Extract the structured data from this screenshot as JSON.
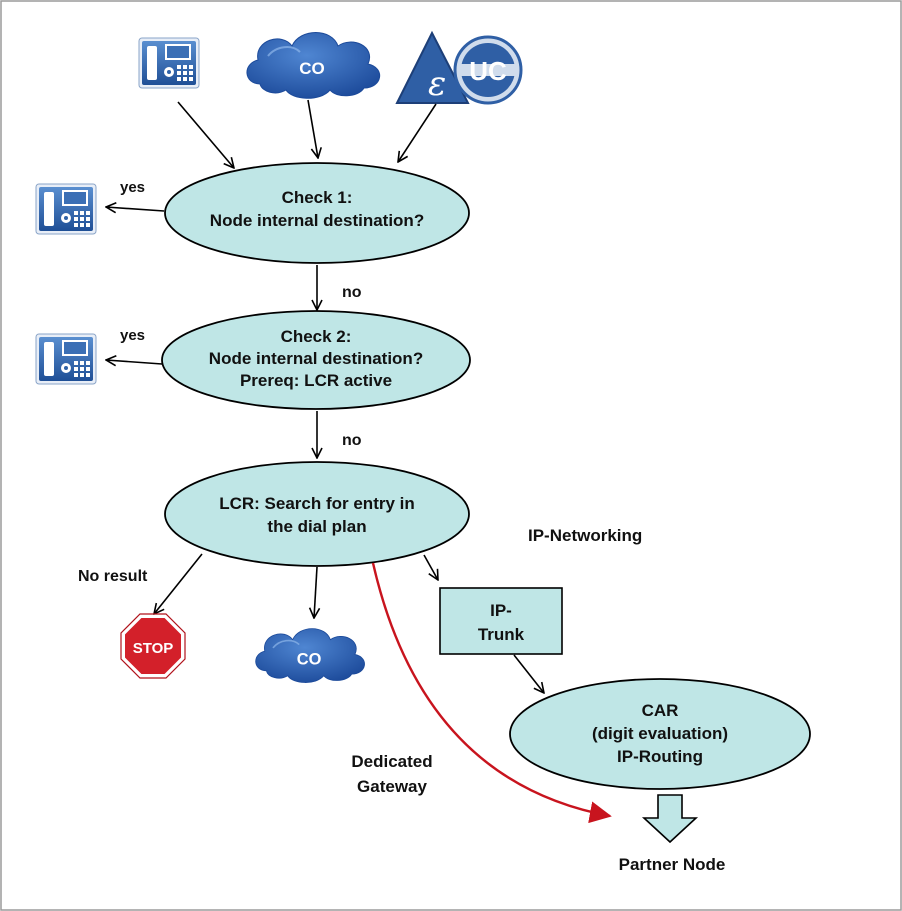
{
  "check1": {
    "line1": "Check 1:",
    "line2": "Node internal destination?"
  },
  "check2": {
    "line1": "Check 2:",
    "line2": "Node internal destination?",
    "line3": "Prereq: LCR active"
  },
  "lcr": {
    "line1": "LCR: Search for entry in",
    "line2": "the dial plan"
  },
  "car": {
    "line1": "CAR",
    "line2": "(digit evaluation)",
    "line3": "IP-Routing"
  },
  "ip_trunk": {
    "line1": "IP-",
    "line2": "Trunk"
  },
  "labels": {
    "yes_1": "yes",
    "yes_2": "yes",
    "no_1": "no",
    "no_2": "no",
    "no_result": "No result",
    "ip_networking": "IP-Networking",
    "dedicated_1": "Dedicated",
    "dedicated_2": "Gateway",
    "partner_node": "Partner Node"
  },
  "icons": {
    "co_top": "CO",
    "co_bottom": "CO",
    "uc_logo": "UC",
    "stop_sign": "STOP"
  },
  "colors": {
    "ellipse_fill": "#bfe6e6",
    "phone_blue": "#2f62a8",
    "cloud_blue": "#2e64b4",
    "stop_red": "#d3202a",
    "dedicated_arrow": "#c8141e"
  }
}
